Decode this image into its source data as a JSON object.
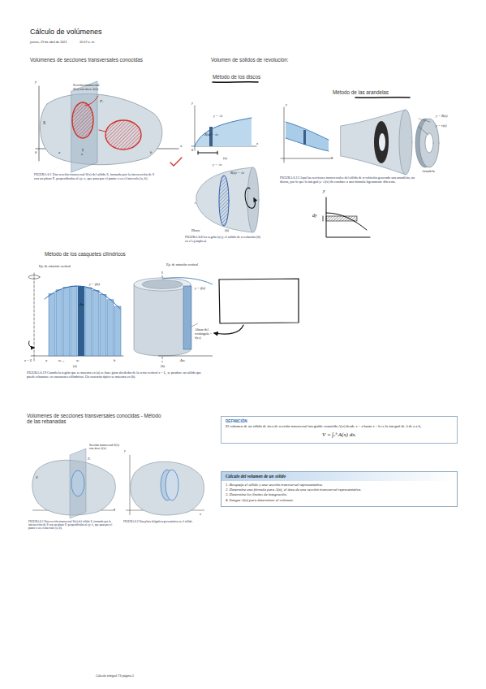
{
  "diagram": {
    "title": "Cálculo de volúmenes",
    "nodes": [
      {
        "text": [
          "DEFINICIÓN",
          "El volumen de un sólido de área de sección transversal integrable conocida A(x) desde x = a hasta x = b es la integral de A de a a b,",
          "V = ∫ₐᵇ A(x) dx."
        ]
      },
      {
        "text": [
          "Cálculo del volumen de un sólido",
          "1. Bosqueje el sólido y una sección transversal representativa.",
          "2. Determine una fórmula para A(x), el área de una sección transversal representativa.",
          "3. Determine los límites de integración.",
          "4. Integre A(x) para determinar el volumen."
        ]
      }
    ],
    "labels": [
      "jueves, 29 de abril de 2021",
      "10:07 a. m.",
      "Volúmenes de secciones transversales conocidas",
      "Volumen de sólidos de revolución:",
      "Método de los discos",
      "Método de las arandelas",
      "Sección transversal S(x) con área A(x)",
      "S",
      "Pₓ",
      "y",
      "x",
      "0",
      "a",
      "x",
      "b",
      "FIGURA 6.1 Una sección transversal S(x) del sólido S, formado por la intersección de S con un plano Pₓ perpendicular al eje x, que pasa por el punto x en el intervalo [a, b].",
      "y",
      "y = √x",
      "R(x) = √x",
      "0",
      "x",
      "(a)",
      "y = √x",
      "R(x) = √x",
      "Disco",
      "(b)",
      "FIGURA 6.8 La región (a) y el sólido de revolución (b) en el ejemplo 4.",
      "y",
      "x",
      "y = R(x)",
      "y = r(x)",
      "Arandela",
      "FIGURA 6.13 Aquí las secciones transversales del sólido de revolución generado son arandelas, no discos, por lo que la integral ∫ₐᵇ A(x) dx conduce a una fórmula ligeramente diferente.",
      "y",
      "dy",
      "Método de los casquetes cilíndricos",
      "Eje de rotación vertical",
      "y = f(x)",
      "Δxₖ",
      "x = L",
      "a",
      "xₖ₋₁",
      "xₖ",
      "b",
      "(a)",
      "Eje de rotación vertical",
      "y = f(x)",
      "Altura del rectángulo = f(cₖ)",
      "Δxₖ",
      "(b)",
      "FIGURA 6.19 Cuando la región que se muestra en (a) se hace girar alrededor de la recta vertical x = L, se produce un sólido que puede rebanarse en cascarones cilíndricos. Un cascarón típico se muestra en (b).",
      "Volúmenes de secciones transversales conocidas - Método de las rebanadas",
      "Sección transversal S(x) con área A(x)",
      "S",
      "Pₓ",
      "x",
      "y",
      "x",
      "FIGURA 6.1 Una sección transversal S(x) del sólido S, formado por la intersección de S con un plano Pₓ perpendicular al eje x, que pasa por el punto x en el intervalo [a, b].",
      "FIGURA 6.2 Una placa delgada representativa en el sólido.",
      "Cálculo integral T3 página 1"
    ]
  }
}
